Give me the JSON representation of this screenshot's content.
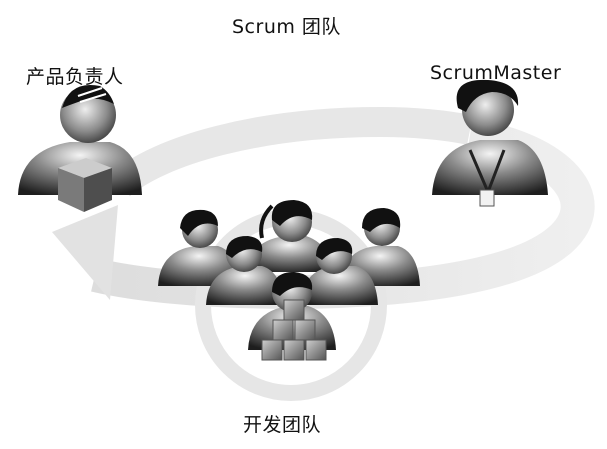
{
  "diagram": {
    "title": "Scrum 团队",
    "roles": {
      "product_owner": "产品负责人",
      "scrum_master": "ScrumMaster",
      "dev_team": "开发团队"
    }
  },
  "colors": {
    "cycle_arrow": "#e6e6e6",
    "figure_body": "#5a5a5a",
    "hair": "#111111",
    "cube": "#8a8a8a"
  },
  "icons": {
    "product_owner": "person-with-box-icon",
    "scrum_master": "person-with-whistle-icon",
    "dev_team": "team-group-icon",
    "cycle": "cycle-arrow-icon"
  }
}
